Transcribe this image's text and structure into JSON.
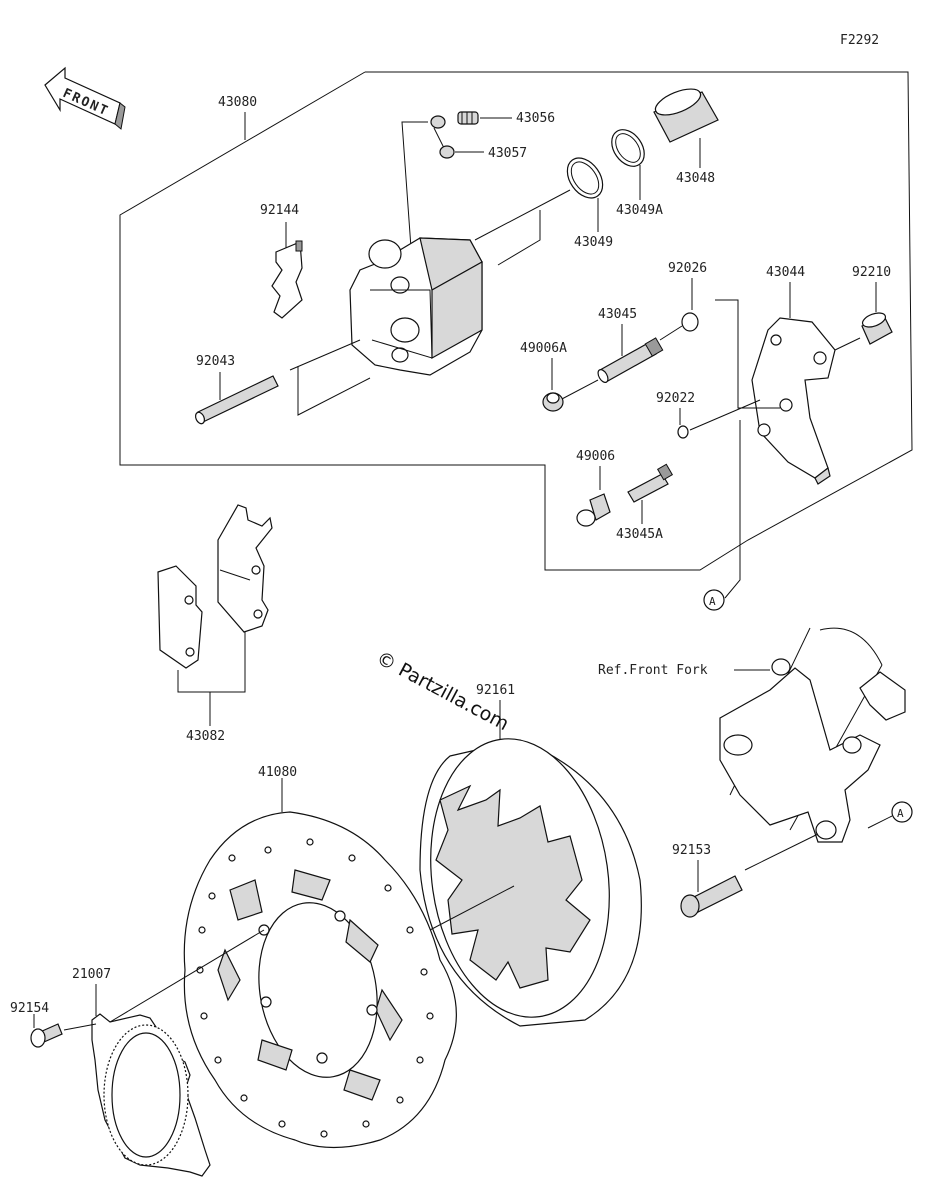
{
  "figure_code": "F2292",
  "front_label": "FRONT",
  "watermark": "© Partzilla.com",
  "labels": {
    "p43080": "43080",
    "p43056": "43056",
    "p43057": "43057",
    "p43048": "43048",
    "p43049A": "43049A",
    "p43049": "43049",
    "p92144": "92144",
    "p92026": "92026",
    "p43044": "43044",
    "p92210": "92210",
    "p43045": "43045",
    "p49006A": "49006A",
    "p92043": "92043",
    "p92022": "92022",
    "p49006": "49006",
    "p43045A": "43045A",
    "p43082": "43082",
    "p92161": "92161",
    "p41080": "41080",
    "p92153": "92153",
    "p21007": "21007",
    "p92154": "92154",
    "ref_front_fork": "Ref.Front Fork",
    "marker_a": "A"
  },
  "colors": {
    "line": "#111111",
    "shade": "#d8d8d8",
    "dark_part": "#9a9a9a",
    "background": "#ffffff"
  }
}
